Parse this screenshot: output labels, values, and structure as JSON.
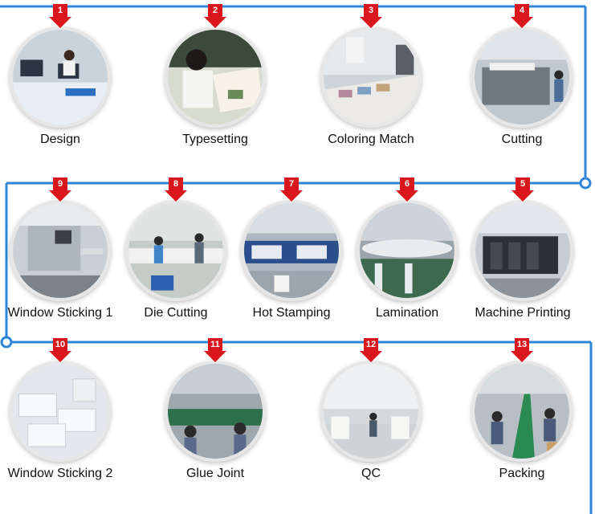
{
  "colors": {
    "line": "#2f86d6",
    "badge": "#d9171c",
    "label": "#111111"
  },
  "steps": [
    {
      "num": "1",
      "label": "Design",
      "row": 0,
      "col": 0,
      "scene": "office"
    },
    {
      "num": "2",
      "label": "Typesetting",
      "row": 0,
      "col": 1,
      "scene": "desk"
    },
    {
      "num": "3",
      "label": "Coloring Match",
      "row": 0,
      "col": 2,
      "scene": "table"
    },
    {
      "num": "4",
      "label": "Cutting",
      "row": 0,
      "col": 3,
      "scene": "machine"
    },
    {
      "num": "5",
      "label": "Machine Printing",
      "row": 1,
      "col": 4,
      "scene": "press"
    },
    {
      "num": "6",
      "label": "Lamination",
      "row": 1,
      "col": 3,
      "scene": "roller"
    },
    {
      "num": "7",
      "label": "Hot Stamping",
      "row": 1,
      "col": 2,
      "scene": "hall"
    },
    {
      "num": "8",
      "label": "Die Cutting",
      "row": 1,
      "col": 1,
      "scene": "workers"
    },
    {
      "num": "9",
      "label": "Window Sticking 1",
      "row": 1,
      "col": 0,
      "scene": "machine2"
    },
    {
      "num": "10",
      "label": "Window Sticking 2",
      "row": 2,
      "col": 0,
      "scene": "boxes"
    },
    {
      "num": "11",
      "label": "Glue Joint",
      "row": 2,
      "col": 1,
      "scene": "line"
    },
    {
      "num": "12",
      "label": "QC",
      "row": 2,
      "col": 2,
      "scene": "warehouse"
    },
    {
      "num": "13",
      "label": "Packing",
      "row": 2,
      "col": 3,
      "scene": "conveyor"
    }
  ]
}
